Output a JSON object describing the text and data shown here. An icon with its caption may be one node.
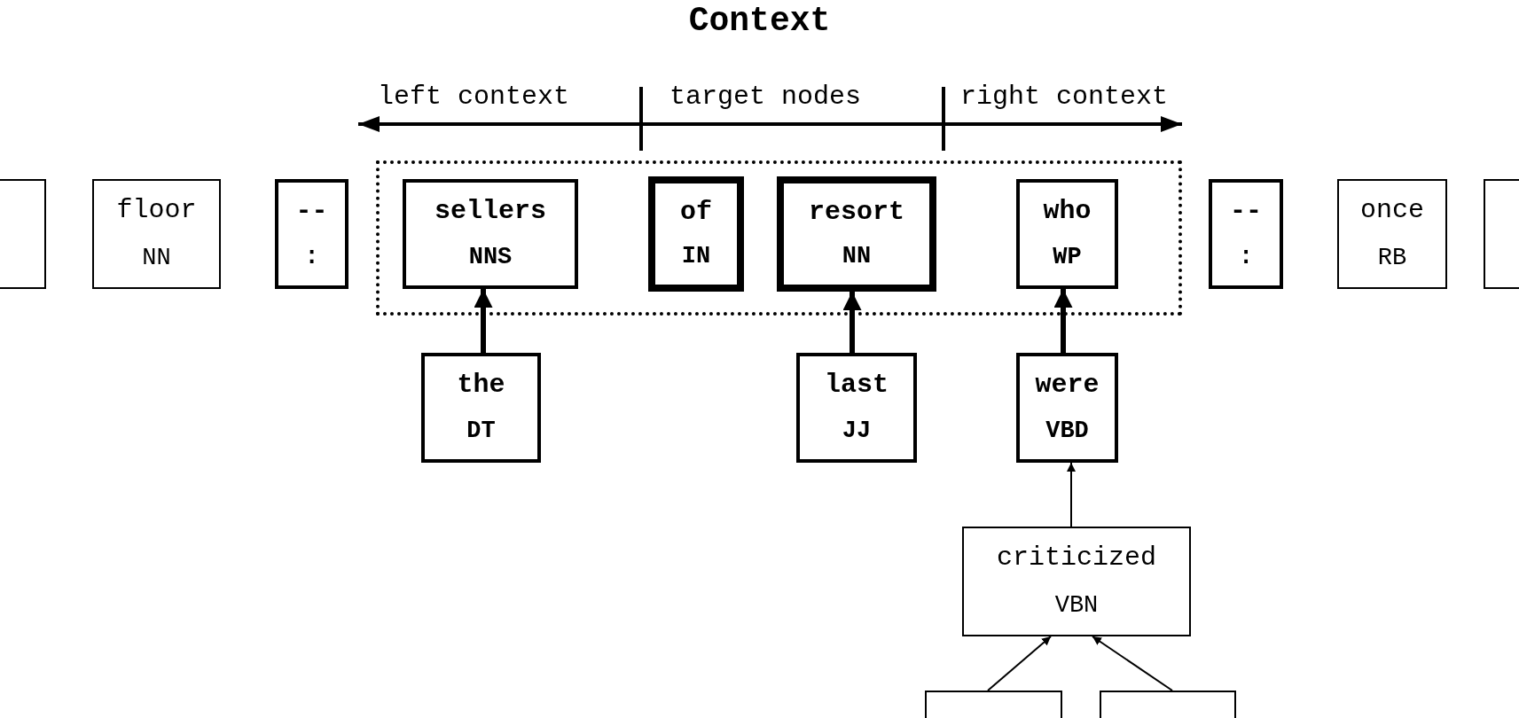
{
  "diagram": {
    "title": "Context",
    "nodes": [
      {
        "text": [],
        "shape": "box"
      },
      {
        "text": [
          "floor",
          "NN"
        ]
      },
      {
        "text": [
          "--",
          ":"
        ]
      },
      {
        "text": [],
        "shape": "box"
      },
      {
        "text": [
          "sellers",
          "NNS"
        ],
        "in": 3
      },
      {
        "text": [
          "of",
          "IN"
        ],
        "in": 3
      },
      {
        "text": [
          "resort",
          "NN"
        ],
        "in": 3
      },
      {
        "text": [
          "who",
          "WP"
        ],
        "in": 3
      },
      {
        "text": [
          "--",
          ":"
        ]
      },
      {
        "text": [
          "once",
          "RB"
        ]
      },
      {
        "text": [],
        "shape": "box"
      },
      {
        "text": [
          "the",
          "DT"
        ]
      },
      {
        "text": [
          "last",
          "JJ"
        ]
      },
      {
        "text": [
          "were",
          "VBD"
        ]
      },
      {
        "text": [
          "criticized",
          "VBN"
        ]
      },
      {
        "text": [],
        "shape": "box"
      },
      {
        "text": [],
        "shape": "box"
      }
    ],
    "edges": [
      {
        "from": 11,
        "to": 4,
        "arrow": "to",
        "style": "thick"
      },
      {
        "from": 12,
        "to": 6,
        "arrow": "to",
        "style": "thick"
      },
      {
        "from": 13,
        "to": 7,
        "arrow": "to",
        "style": "thick"
      },
      {
        "from": 14,
        "to": 13,
        "arrow": "to"
      },
      {
        "from": 15,
        "to": 14,
        "arrow": "to"
      },
      {
        "from": 16,
        "to": 14,
        "arrow": "to"
      }
    ],
    "labels": [
      "left context",
      "target nodes",
      "right context"
    ]
  }
}
